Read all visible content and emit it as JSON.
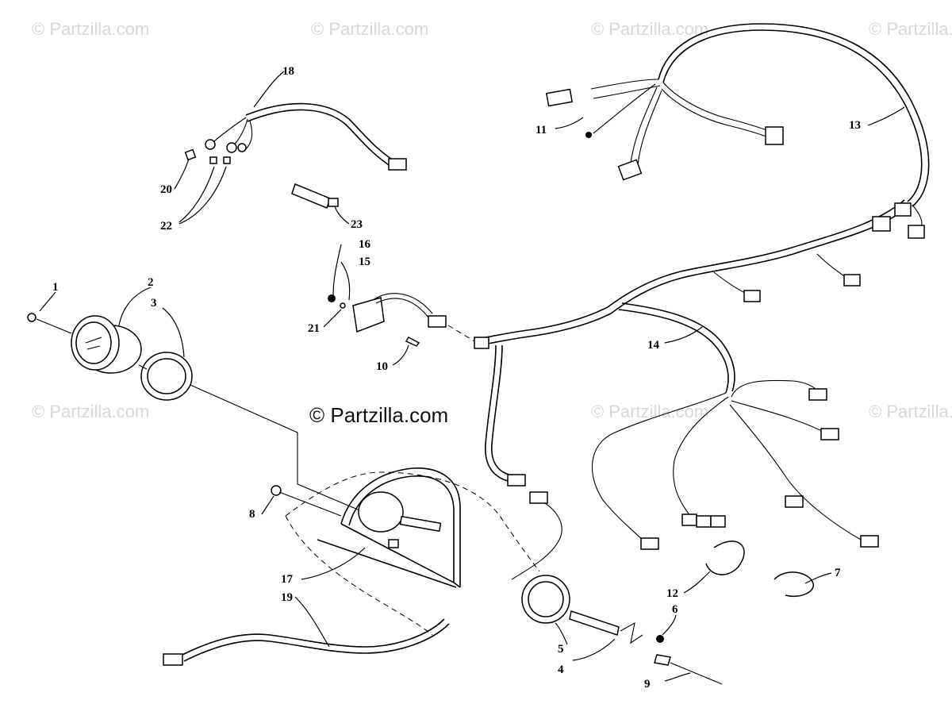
{
  "watermarks": {
    "corner": "© Partzilla.com",
    "center": "© Partzilla.com"
  },
  "callouts": [
    "1",
    "2",
    "3",
    "4",
    "5",
    "6",
    "7",
    "8",
    "9",
    "10",
    "11",
    "12",
    "13",
    "14",
    "15",
    "16",
    "17",
    "18",
    "19",
    "20",
    "21",
    "22",
    "23"
  ]
}
